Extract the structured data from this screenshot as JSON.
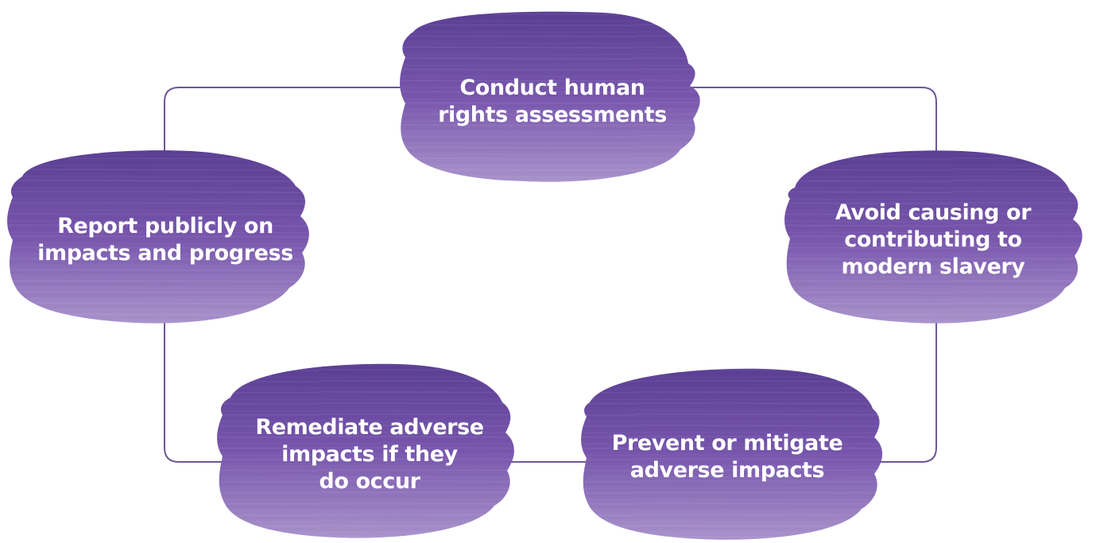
{
  "diagram": {
    "colors": {
      "connector": "#6e5696",
      "blob_dark": "#5a3f94",
      "blob_mid": "#7856ad",
      "blob_light": "#a993cb"
    },
    "steps": [
      {
        "id": "step-1",
        "label": "Conduct human\nrights assessments"
      },
      {
        "id": "step-2",
        "label": "Avoid causing or\ncontributing to\nmodern slavery"
      },
      {
        "id": "step-3",
        "label": "Prevent or mitigate\nadverse impacts"
      },
      {
        "id": "step-4",
        "label": "Remediate adverse\nimpacts if they\ndo occur"
      },
      {
        "id": "step-5",
        "label": "Report publicly on\nimpacts and progress"
      }
    ]
  }
}
